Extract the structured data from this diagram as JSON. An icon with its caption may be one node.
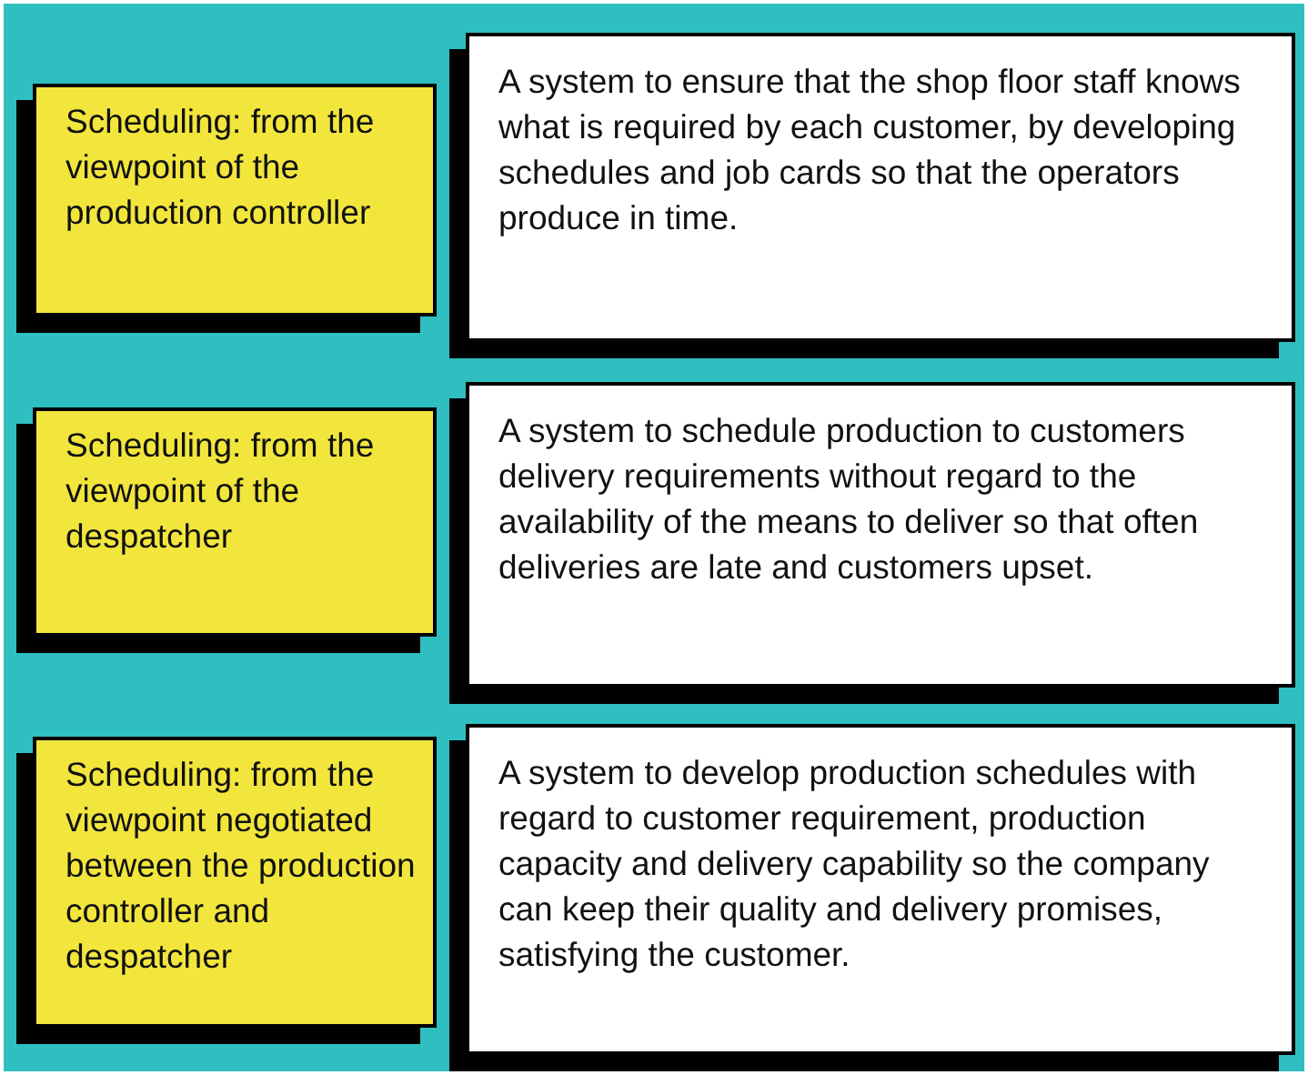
{
  "diagram": {
    "nodes": [
      {
        "text": [
          "Scheduling: from the viewpoint of the production controller"
        ]
      },
      {
        "text": [
          "A system to ensure that the shop floor staff knows what is required by each customer, by developing schedules and job cards so that the operators produce in time."
        ]
      },
      {
        "text": [
          "Scheduling: from the viewpoint of the despatcher"
        ]
      },
      {
        "text": [
          "A system to schedule production to customers delivery requirements without regard to the availability of the means to deliver so that often deliveries are late and customers upset."
        ]
      },
      {
        "text": [
          "Scheduling: from the viewpoint negotiated between the production controller and despatcher"
        ]
      },
      {
        "text": [
          "A system to develop production schedules with regard to customer requirement, production capacity and delivery capability so the company can keep their quality and delivery promises, satisfying the customer."
        ]
      }
    ],
    "edges": []
  }
}
